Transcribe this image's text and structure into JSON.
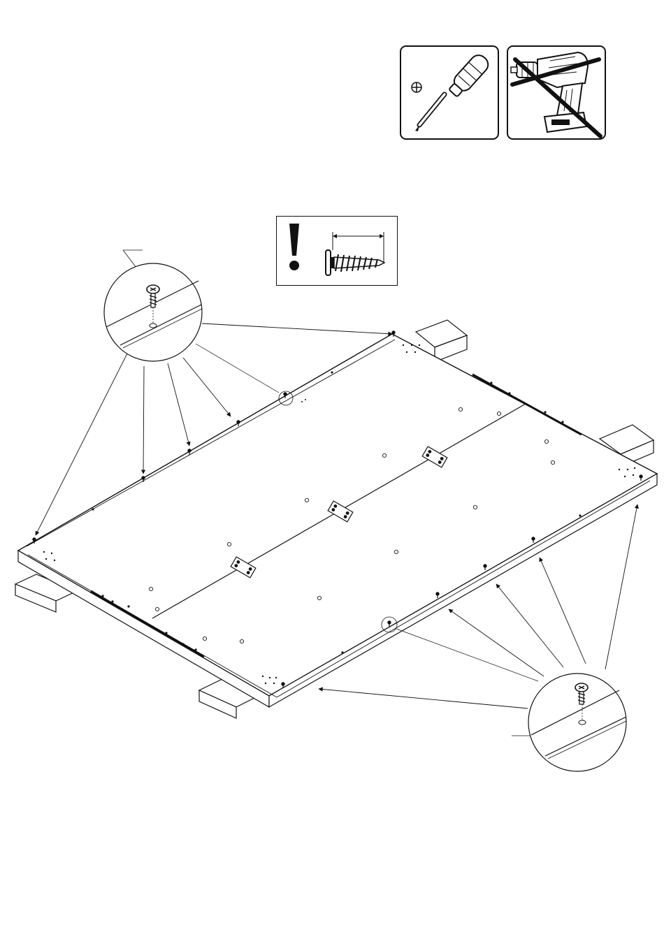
{
  "page": {
    "background": "#ffffff",
    "line_color": "#111111"
  },
  "tools": [
    {
      "name": "phillips-screwdriver",
      "icon": "screwdriver-icon",
      "allowed": true,
      "symbol": "⊕"
    },
    {
      "name": "power-drill",
      "icon": "cordless-drill-icon",
      "allowed": false
    }
  ],
  "warning": {
    "icon": "exclamation-icon",
    "fastener": "flange-head-screw-icon",
    "dimension_label": ""
  },
  "assembly": {
    "part": "panel-pair-with-connector-plates",
    "supports": "wooden-blocks",
    "connector_plates": 3,
    "screws_near_edge": 5,
    "screws_far_edge": 5,
    "detail_callouts": 2
  }
}
